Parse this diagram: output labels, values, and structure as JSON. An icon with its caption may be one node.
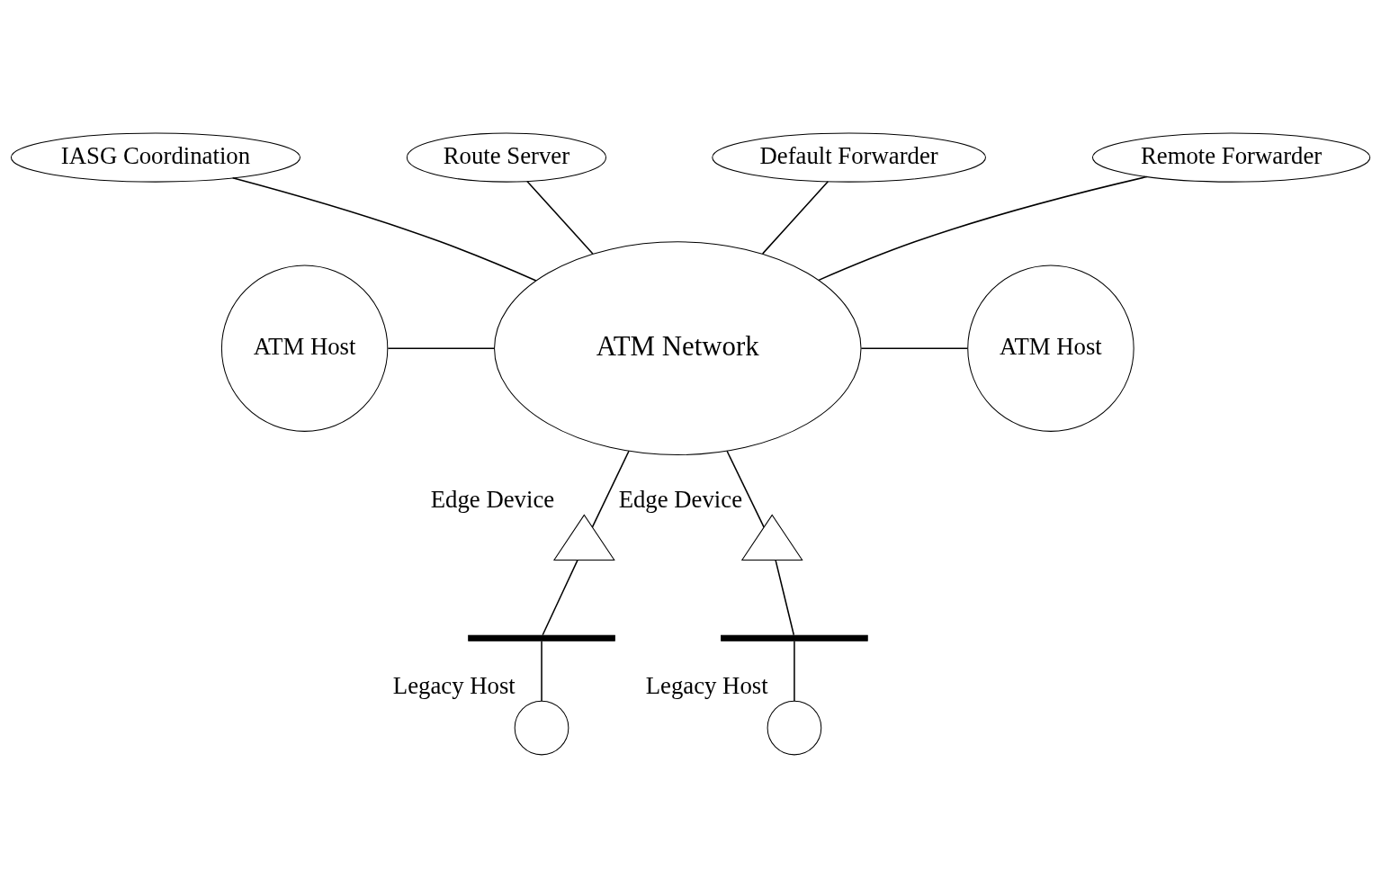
{
  "diagram": {
    "nodes": [
      {
        "text": [
          "ATM Network"
        ]
      },
      {
        "text": [
          "IASG Coordination"
        ]
      },
      {
        "text": [
          "Route Server"
        ]
      },
      {
        "text": [
          "Default Forwarder"
        ]
      },
      {
        "text": [
          "Remote Forwarder"
        ]
      },
      {
        "text": [
          "ATM Host"
        ]
      },
      {
        "text": [
          "ATM Host"
        ]
      },
      {
        "text": [],
        "shape": "triangle",
        "beside": [
          "Edge Device"
        ]
      },
      {
        "text": [],
        "shape": "triangle",
        "beside": [
          "Edge Device"
        ]
      },
      {
        "text": [],
        "shape": "bar"
      },
      {
        "text": [],
        "shape": "bar"
      },
      {
        "text": [],
        "shape": "circle",
        "beside": [
          "Legacy Host"
        ]
      },
      {
        "text": [],
        "shape": "circle",
        "beside": [
          "Legacy Host"
        ]
      }
    ],
    "edges": [
      {
        "from": 1,
        "to": 0,
        "arrow": "none"
      },
      {
        "from": 2,
        "to": 0,
        "arrow": "none"
      },
      {
        "from": 3,
        "to": 0,
        "arrow": "none"
      },
      {
        "from": 4,
        "to": 0,
        "arrow": "none"
      },
      {
        "from": 5,
        "to": 0,
        "arrow": "none"
      },
      {
        "from": 0,
        "to": 6,
        "arrow": "none"
      },
      {
        "from": 0,
        "to": 7,
        "arrow": "none"
      },
      {
        "from": 0,
        "to": 8,
        "arrow": "none"
      },
      {
        "from": 7,
        "to": 9,
        "arrow": "none"
      },
      {
        "from": 8,
        "to": 10,
        "arrow": "none"
      },
      {
        "from": 9,
        "to": 11,
        "arrow": "none"
      },
      {
        "from": 10,
        "to": 12,
        "arrow": "none"
      }
    ]
  }
}
